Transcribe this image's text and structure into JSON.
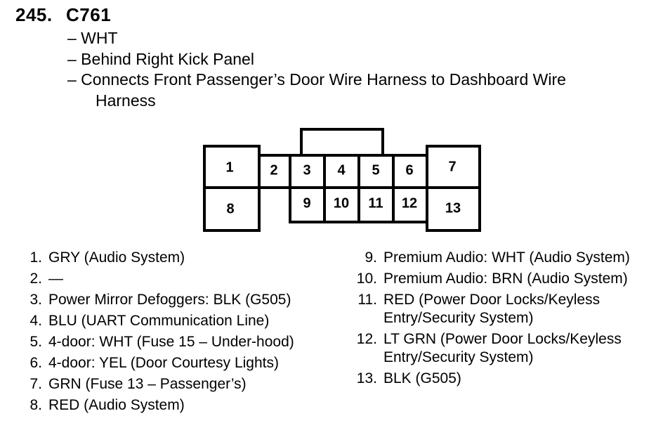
{
  "connector": {
    "number": "245.",
    "id": "C761",
    "details": [
      "– WHT",
      "– Behind Right Kick Panel",
      "– Connects Front Passenger’s Door Wire Harness to Dashboard Wire"
    ],
    "details_continuation": "Harness"
  },
  "diagram": {
    "pins": [
      "1",
      "2",
      "3",
      "4",
      "5",
      "6",
      "7",
      "8",
      "9",
      "10",
      "11",
      "12",
      "13"
    ]
  },
  "pinout": [
    {
      "num": "1.",
      "text": "GRY (Audio System)"
    },
    {
      "num": "2.",
      "text": "—"
    },
    {
      "num": "3.",
      "text": "Power Mirror Defoggers: BLK (G505)"
    },
    {
      "num": "4.",
      "text": "BLU (UART Communication Line)"
    },
    {
      "num": "5.",
      "text": "4-door: WHT (Fuse 15 – Under-hood)"
    },
    {
      "num": "6.",
      "text": "4-door: YEL (Door Courtesy Lights)"
    },
    {
      "num": "7.",
      "text": "GRN (Fuse 13 – Passenger’s)"
    },
    {
      "num": "8.",
      "text": "RED (Audio System)"
    },
    {
      "num": "9.",
      "text": "Premium Audio: WHT (Audio System)"
    },
    {
      "num": "10.",
      "text": "Premium Audio: BRN (Audio System)"
    },
    {
      "num": "11.",
      "text": "RED (Power Door Locks/Keyless Entry/Security System)"
    },
    {
      "num": "12.",
      "text": "LT GRN (Power Door Locks/Keyless Entry/Security System)"
    },
    {
      "num": "13.",
      "text": "BLK (G505)"
    }
  ]
}
